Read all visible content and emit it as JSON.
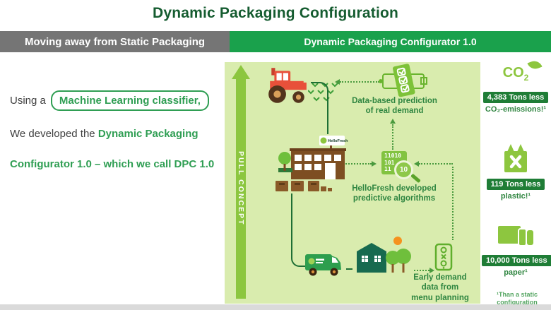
{
  "title": "Dynamic Packaging Configuration",
  "header": {
    "left": "Moving away from Static Packaging",
    "right": "Dynamic Packaging Configurator 1.0"
  },
  "intro": {
    "using_prefix": "Using a",
    "ml_box": "Machine Learning classifier,",
    "dev_prefix": "We developed the",
    "dev_highlight": "Dynamic Packaging",
    "line3": "Configurator 1.0 – which we call DPC 1.0"
  },
  "diagram": {
    "pull_label": "PULL CONCEPT",
    "prediction_line1": "Data-based prediction",
    "prediction_line2": "of real demand",
    "algorithms_line1": "HelloFresh developed",
    "algorithms_line2": "predictive algorithms",
    "menu_line1": "Early demand",
    "menu_line2": "data from",
    "menu_line3": "menu planning",
    "binary_lines": [
      "11010",
      "101",
      "11"
    ],
    "magnifier_digits": "10",
    "brand": "HelloFresh",
    "icons": [
      "tractor-icon",
      "seedlings-icon",
      "checklist-icon",
      "binary-magnifier-icon",
      "warehouse-icon",
      "hellofresh-sign",
      "crates-icon",
      "delivery-van-icon",
      "house-icon",
      "trees-icon",
      "sun-icon",
      "phone-menu-icon",
      "pull-arrow"
    ]
  },
  "stats": {
    "items": [
      {
        "icon": "co2-leaf-icon",
        "icon_main": "CO",
        "icon_sub": "2",
        "badge": "4,383 Tons less",
        "label": "CO₂-emissions!¹"
      },
      {
        "icon": "plastic-bag-icon",
        "badge": "119 Tons less",
        "label": "plastic!¹"
      },
      {
        "icon": "paper-icon",
        "badge": "10,000 Tons less",
        "label": "paper¹"
      }
    ],
    "footnote": "¹Than a static configuration"
  },
  "colors": {
    "title_green": "#155c30",
    "header_gray": "#757575",
    "header_green": "#1aa14c",
    "accent_green": "#8cc63f",
    "panel_bg": "#d9ecae",
    "badge_green": "#1f7d36",
    "text_green": "#2f8540",
    "connector_green": "#1e6f35",
    "tractor_red": "#e8503a",
    "house_teal": "#176a4f",
    "sun_orange": "#f5921e"
  }
}
